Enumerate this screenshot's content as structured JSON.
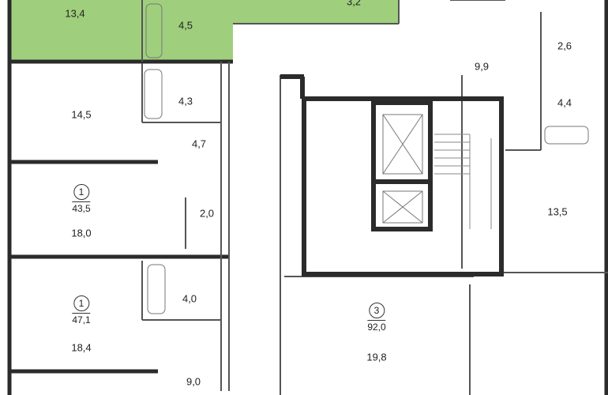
{
  "highlight_color": "#9fcf7c",
  "wall_color": "#2b2b2b",
  "apartments": [
    {
      "number": "1",
      "area": "43,5"
    },
    {
      "number": "1",
      "area": "47,1"
    },
    {
      "number": "3",
      "area": "92,0"
    }
  ],
  "rooms": {
    "r134": "13,4",
    "r45": "4,5",
    "r32": "3,2",
    "r26": "2,6",
    "r99": "9,9",
    "r145": "14,5",
    "r43": "4,3",
    "r44": "4,4",
    "r47": "4,7",
    "r180": "18,0",
    "r20": "2,0",
    "r135": "13,5",
    "r40": "4,0",
    "r184": "18,4",
    "r198": "19,8",
    "r90": "9,0"
  }
}
